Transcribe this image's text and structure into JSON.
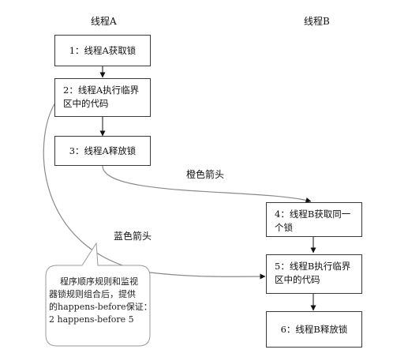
{
  "lanes": {
    "a": "线程A",
    "b": "线程B"
  },
  "steps": {
    "a1": "1：线程A获取锁",
    "a2_line1": "2：线程A执行临界",
    "a2_line2": "区中的代码",
    "a3": "3：线程A释放锁",
    "b4_line1": "4：线程B获取同一",
    "b4_line2": "个锁",
    "b5_line1": "5：线程B执行临界",
    "b5_line2": "区中的代码",
    "b6": "6：线程B释放锁"
  },
  "arrows": {
    "orange": "橙色箭头",
    "blue": "蓝色箭头"
  },
  "callout": {
    "line1": "程序顺序规则和监视",
    "line2": "器锁规则组合后，提供",
    "line3": "的happens-before保证：",
    "line4": "2 happens-before 5"
  }
}
